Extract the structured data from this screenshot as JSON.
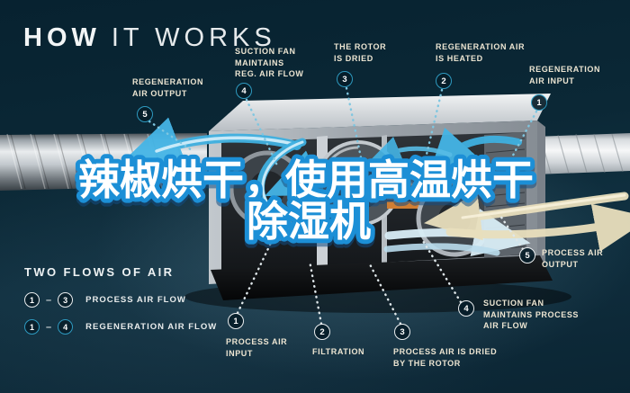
{
  "title": {
    "word_bold": "HOW",
    "word_light": "IT WORKS"
  },
  "overlay_title": {
    "line1": "辣椒烘干，使用高温烘干",
    "line2": "除湿机"
  },
  "legend": {
    "heading": "TWO FLOWS OF AIR",
    "separator": "–",
    "rows": [
      {
        "start": "1",
        "end": "3",
        "label": "PROCESS AIR FLOW"
      },
      {
        "start": "1",
        "end": "4",
        "label": "REGENERATION AIR FLOW"
      }
    ]
  },
  "regeneration_callouts": [
    {
      "num": "1",
      "label": "REGENERATION\nAIR INPUT"
    },
    {
      "num": "2",
      "label": "REGENERATION AIR\nIS HEATED"
    },
    {
      "num": "3",
      "label": "THE ROTOR\nIS DRIED"
    },
    {
      "num": "4",
      "label": "SUCTION FAN\nMAINTAINS\nREG. AIR FLOW"
    },
    {
      "num": "5",
      "label": "REGENERATION\nAIR OUTPUT"
    }
  ],
  "process_callouts": [
    {
      "num": "1",
      "label": "PROCESS AIR\nINPUT"
    },
    {
      "num": "2",
      "label": "FILTRATION"
    },
    {
      "num": "3",
      "label": "PROCESS AIR IS DRIED\nBY THE ROTOR"
    },
    {
      "num": "4",
      "label": "SUCTION FAN\nMAINTAINS PROCESS\nAIR FLOW"
    },
    {
      "num": "5",
      "label": "PROCESS AIR\nOUTPUT"
    }
  ],
  "colors": {
    "background": "#0a2531",
    "accent_teal": "#2e9ac0",
    "label_cream": "#ece5d2",
    "overlay_fill": "#ffffff",
    "overlay_stroke": "#1e8fd6",
    "arrow_blue": "#45b5e6",
    "arrow_cream": "#e9dfbd"
  }
}
